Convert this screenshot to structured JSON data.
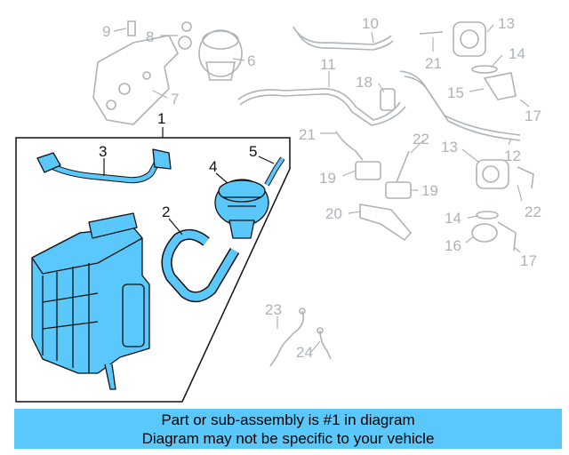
{
  "callouts": {
    "n1": "1",
    "n2": "2",
    "n3": "3",
    "n4": "4",
    "n5": "5",
    "n6": "6",
    "n7": "7",
    "n8": "8",
    "n9": "9",
    "n10": "10",
    "n11": "11",
    "n12": "12",
    "n13a": "13",
    "n13b": "13",
    "n14a": "14",
    "n14b": "14",
    "n15": "15",
    "n16": "16",
    "n17a": "17",
    "n17b": "17",
    "n18": "18",
    "n19a": "19",
    "n19b": "19",
    "n20": "20",
    "n21a": "21",
    "n21b": "21",
    "n22a": "22",
    "n22b": "22",
    "n23": "23",
    "n24": "24"
  },
  "banner": {
    "line1": "Part or sub-assembly is #1 in diagram",
    "line2": "Diagram may not be specific to your vehicle"
  },
  "colors": {
    "highlight": "#5ac8fa",
    "part_fill": "#5ac8fa",
    "muted_line": "#aeb3b8",
    "outline": "#111111"
  }
}
